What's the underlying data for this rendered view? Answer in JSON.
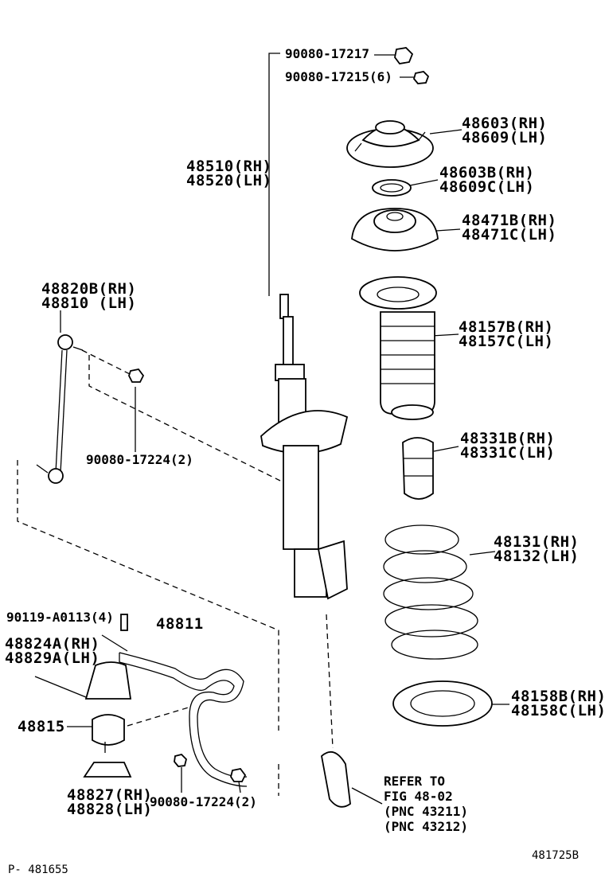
{
  "labels": {
    "nut_17217": "90080-17217",
    "nut_17215": "90080-17215(6)",
    "strut_rh": "48510(RH)",
    "strut_lh": "48520(LH)",
    "support_rh": "48603(RH)",
    "support_lh": "48609(LH)",
    "bearing_rh": "48603B(RH)",
    "bearing_lh": "48609C(LH)",
    "upper_seat_rh": "48471B(RH)",
    "upper_seat_lh": "48471C(LH)",
    "boot_rh": "48157B(RH)",
    "boot_lh": "48157C(LH)",
    "bumper_rh": "48331B(RH)",
    "bumper_lh": "48331C(LH)",
    "spring_rh": "48131(RH)",
    "spring_lh": "48132(LH)",
    "lower_insulator_rh": "48158B(RH)",
    "lower_insulator_lh": "48158C(LH)",
    "link_rh": "48820B(RH)",
    "link_lh": "48810 (LH)",
    "link_nut": "90080-17224(2)",
    "bolt": "90119-A0113(4)",
    "stabilizer_bar": "48811",
    "bracket_rh": "48824A(RH)",
    "bracket_lh": "48829A(LH)",
    "bushing": "48815",
    "lower_bracket_rh": "48827(RH)",
    "lower_bracket_lh": "48828(LH)",
    "bar_nut": "90080-17224(2)",
    "refer_line1": "REFER TO",
    "refer_line2": "FIG 48-02",
    "refer_line3": "(PNC 43211)",
    "refer_line4": "(PNC 43212)",
    "figure_code": "481725B",
    "page_code": "P- 481655"
  }
}
